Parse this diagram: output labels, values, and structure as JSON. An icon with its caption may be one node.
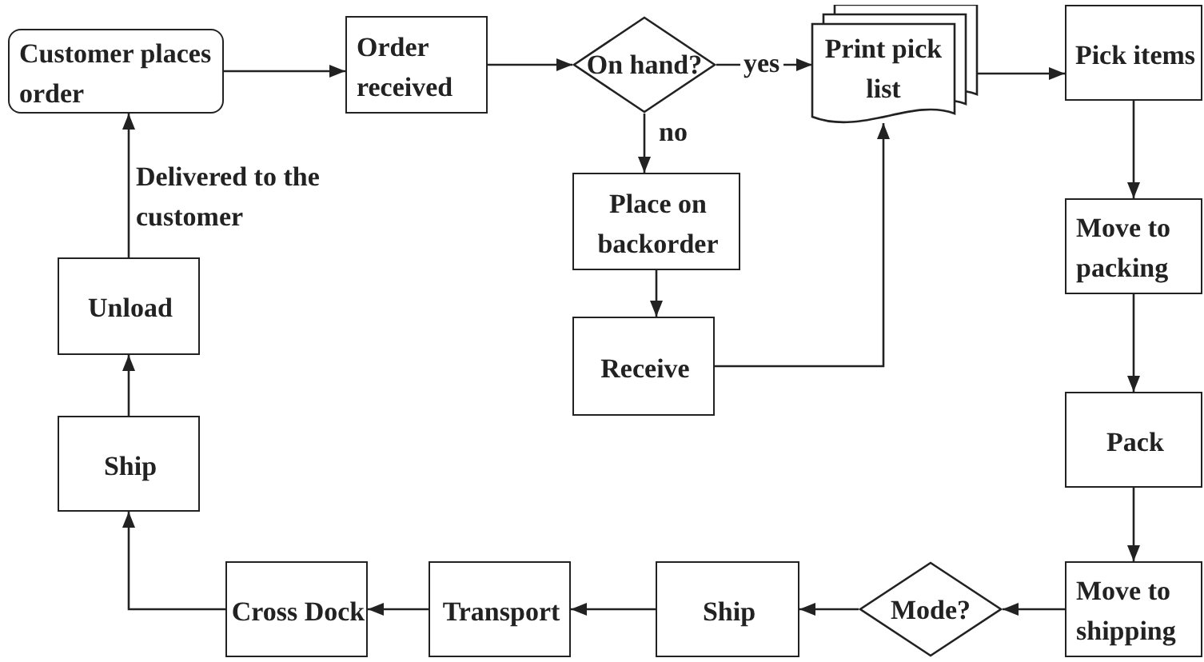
{
  "diagram": {
    "nodes": [
      {
        "text": [
          "Customer places order"
        ]
      },
      {
        "text": [
          "Order received"
        ]
      },
      {
        "text": [
          "On hand?"
        ]
      },
      {
        "text": [
          "Print pick list"
        ]
      },
      {
        "text": [
          "Pick items"
        ]
      },
      {
        "text": [
          "Place on backorder"
        ]
      },
      {
        "text": [
          "Receive"
        ]
      },
      {
        "text": [
          "Move to packing"
        ]
      },
      {
        "text": [
          "Pack"
        ]
      },
      {
        "text": [
          "Move to shipping"
        ]
      },
      {
        "text": [
          "Mode?"
        ]
      },
      {
        "text": [
          "Ship"
        ]
      },
      {
        "text": [
          "Transport"
        ]
      },
      {
        "text": [
          "Cross Dock"
        ]
      },
      {
        "text": [
          "Ship"
        ]
      },
      {
        "text": [
          "Unload"
        ]
      }
    ],
    "edges": [
      {
        "from": 0,
        "to": 1,
        "arrow": "to"
      },
      {
        "from": 1,
        "to": 2,
        "arrow": "to"
      },
      {
        "from": 2,
        "to": 3,
        "arrow": "to",
        "label": "yes"
      },
      {
        "from": 3,
        "to": 4,
        "arrow": "to"
      },
      {
        "from": 2,
        "to": 5,
        "arrow": "to",
        "label": "no"
      },
      {
        "from": 5,
        "to": 6,
        "arrow": "to"
      },
      {
        "from": 6,
        "to": 3,
        "arrow": "to"
      },
      {
        "from": 4,
        "to": 7,
        "arrow": "to"
      },
      {
        "from": 7,
        "to": 8,
        "arrow": "to"
      },
      {
        "from": 8,
        "to": 9,
        "arrow": "to"
      },
      {
        "from": 9,
        "to": 10,
        "arrow": "to"
      },
      {
        "from": 10,
        "to": 11,
        "arrow": "to"
      },
      {
        "from": 11,
        "to": 12,
        "arrow": "to"
      },
      {
        "from": 12,
        "to": 13,
        "arrow": "to"
      },
      {
        "from": 13,
        "to": 14,
        "arrow": "to"
      },
      {
        "from": 14,
        "to": 15,
        "arrow": "to"
      },
      {
        "from": 15,
        "to": 0,
        "arrow": "to",
        "label": "Delivered to the customer"
      }
    ]
  }
}
